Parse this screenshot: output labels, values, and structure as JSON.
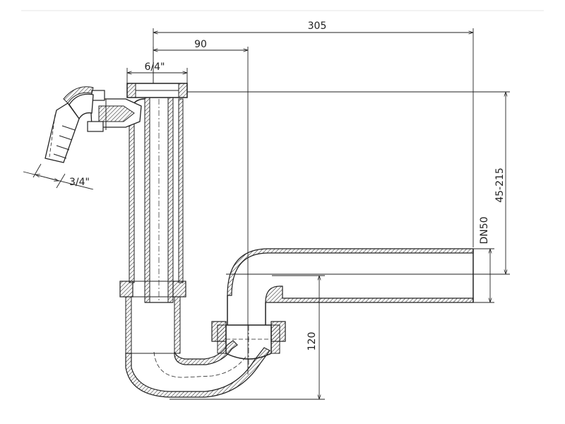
{
  "dimensions": {
    "total_length": "305",
    "inlet_offset": "90",
    "inlet_thread": "6/4\"",
    "hose_connection": "3/4\"",
    "height_range": "45-215",
    "outlet_diameter": "DN50",
    "seal_height": "120"
  },
  "colors": {
    "line": "#222222",
    "hatch": "#333333",
    "background": "#ffffff"
  }
}
